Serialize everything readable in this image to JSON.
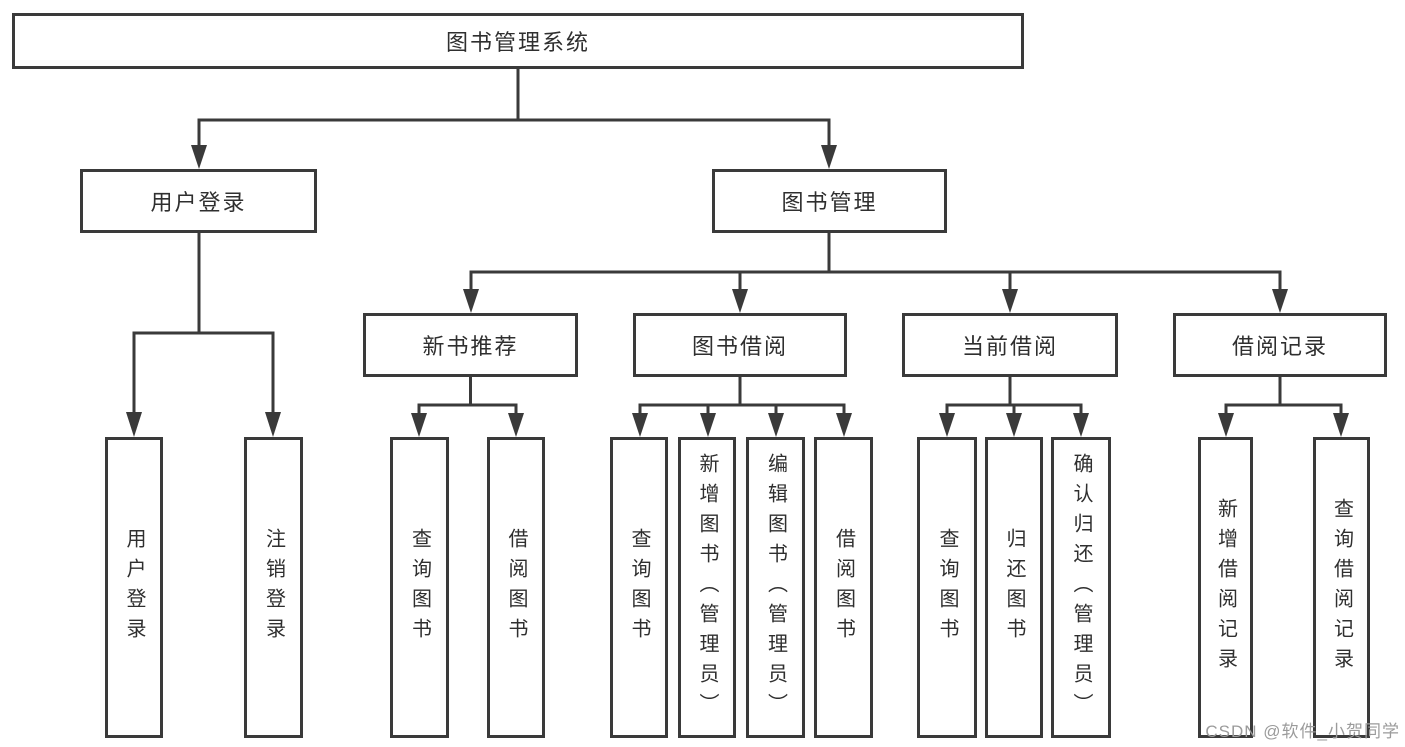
{
  "colors": {
    "line": "#3a3a3a",
    "box_border": "#3a3a3a",
    "box_fill": "#ffffff",
    "text": "#2f2f2f",
    "watermark": "#9b9b9b",
    "background": "#ffffff"
  },
  "watermark": {
    "text": "CSDN @软件_小贺同学"
  },
  "tree": {
    "label": "图书管理系统",
    "children": [
      {
        "label": "用户登录",
        "children": [
          {
            "label": "用户登录"
          },
          {
            "label": "注销登录"
          }
        ]
      },
      {
        "label": "图书管理",
        "children": [
          {
            "label": "新书推荐",
            "children": [
              {
                "label": "查询图书"
              },
              {
                "label": "借阅图书"
              }
            ]
          },
          {
            "label": "图书借阅",
            "children": [
              {
                "label": "查询图书"
              },
              {
                "label": "新增图书（管理员）"
              },
              {
                "label": "编辑图书（管理员）"
              },
              {
                "label": "借阅图书"
              }
            ]
          },
          {
            "label": "当前借阅",
            "children": [
              {
                "label": "查询图书"
              },
              {
                "label": "归还图书"
              },
              {
                "label": "确认归还（管理员）"
              }
            ]
          },
          {
            "label": "借阅记录",
            "children": [
              {
                "label": "新增借阅记录"
              },
              {
                "label": "查询借阅记录"
              }
            ]
          }
        ]
      }
    ]
  }
}
